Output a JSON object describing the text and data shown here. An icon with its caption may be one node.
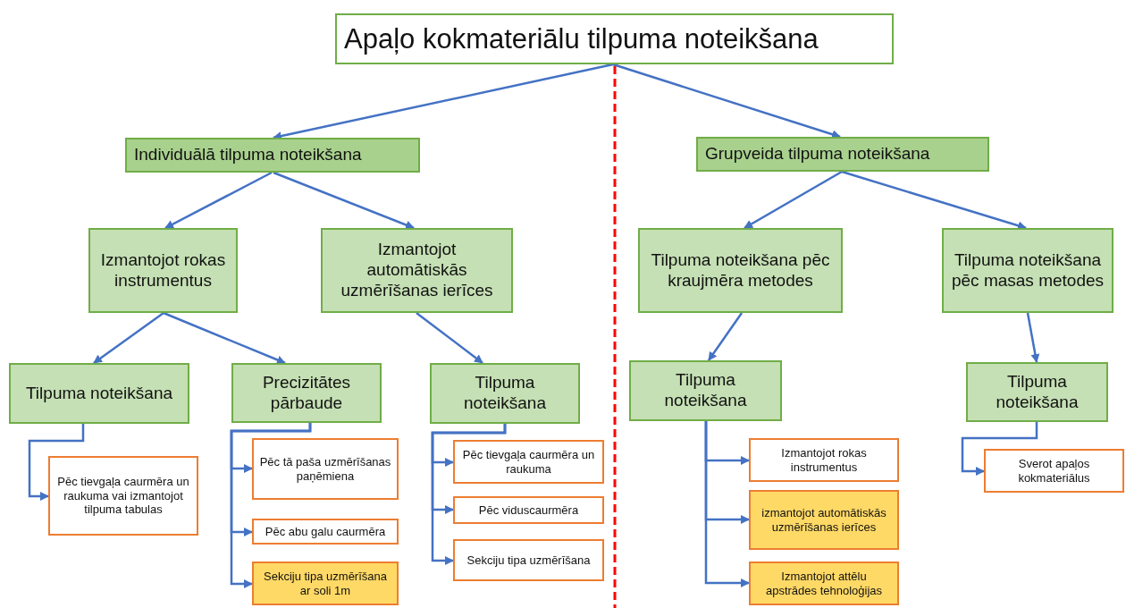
{
  "diagram": {
    "nodes": [
      {
        "text": [
          "Apaļo kokmateriālu tilpuma noteikšana"
        ]
      },
      {
        "text": [
          "Individuālā tilpuma noteikšana"
        ]
      },
      {
        "text": [
          "Grupveida tilpuma noteikšana"
        ]
      },
      {
        "text": [
          "Izmantojot rokas instrumentus"
        ]
      },
      {
        "text": [
          "Izmantojot automātiskās uzmērīšanas ierīces"
        ]
      },
      {
        "text": [
          "Tilpuma noteikšana pēc kraujmēra metodes"
        ]
      },
      {
        "text": [
          "Tilpuma noteikšana pēc masas metodes"
        ]
      },
      {
        "text": [
          "Tilpuma noteikšana"
        ]
      },
      {
        "text": [
          "Precizitātes pārbaude"
        ]
      },
      {
        "text": [
          "Tilpuma noteikšana"
        ]
      },
      {
        "text": [
          "Tilpuma noteikšana"
        ]
      },
      {
        "text": [
          "Tilpuma noteikšana"
        ]
      },
      {
        "text": [
          "Pēc tievgaļa caurmēra un raukuma vai izmantojot tilpuma tabulas"
        ]
      },
      {
        "text": [
          "Pēc tā paša uzmērīšanas paņēmiena"
        ]
      },
      {
        "text": [
          "Pēc abu galu caurmēra"
        ]
      },
      {
        "text": [
          "Sekciju tipa uzmērīšana ar soli 1m"
        ]
      },
      {
        "text": [
          "Pēc tievgaļa caurmēra un raukuma"
        ]
      },
      {
        "text": [
          "Pēc viduscaurmēra"
        ]
      },
      {
        "text": [
          "Sekciju tipa uzmērīšana"
        ]
      },
      {
        "text": [
          "Izmantojot rokas instrumentus"
        ]
      },
      {
        "text": [
          "izmantojot automātiskās uzmērīšanas ierīces"
        ]
      },
      {
        "text": [
          "Izmantojot attēlu apstrādes tehnoloģijas"
        ]
      },
      {
        "text": [
          "Sverot apaļos kokmateriālus"
        ]
      }
    ],
    "edges": [
      {
        "from": 0,
        "to": 1,
        "arrow": "to"
      },
      {
        "from": 0,
        "to": 2,
        "arrow": "to"
      },
      {
        "from": 1,
        "to": 3,
        "arrow": "to"
      },
      {
        "from": 1,
        "to": 4,
        "arrow": "to"
      },
      {
        "from": 2,
        "to": 5,
        "arrow": "to"
      },
      {
        "from": 2,
        "to": 6,
        "arrow": "to"
      },
      {
        "from": 3,
        "to": 7,
        "arrow": "to"
      },
      {
        "from": 3,
        "to": 8,
        "arrow": "to"
      },
      {
        "from": 4,
        "to": 9,
        "arrow": "to"
      },
      {
        "from": 5,
        "to": 10,
        "arrow": "to"
      },
      {
        "from": 6,
        "to": 11,
        "arrow": "to"
      },
      {
        "from": 7,
        "to": 12,
        "arrow": "to"
      },
      {
        "from": 8,
        "to": 13,
        "arrow": "to"
      },
      {
        "from": 8,
        "to": 14,
        "arrow": "to"
      },
      {
        "from": 8,
        "to": 15,
        "arrow": "to"
      },
      {
        "from": 9,
        "to": 16,
        "arrow": "to"
      },
      {
        "from": 9,
        "to": 17,
        "arrow": "to"
      },
      {
        "from": 9,
        "to": 18,
        "arrow": "to"
      },
      {
        "from": 10,
        "to": 19,
        "arrow": "to"
      },
      {
        "from": 10,
        "to": 20,
        "arrow": "to"
      },
      {
        "from": 10,
        "to": 21,
        "arrow": "to"
      },
      {
        "from": 11,
        "to": 22,
        "arrow": "to"
      }
    ]
  }
}
